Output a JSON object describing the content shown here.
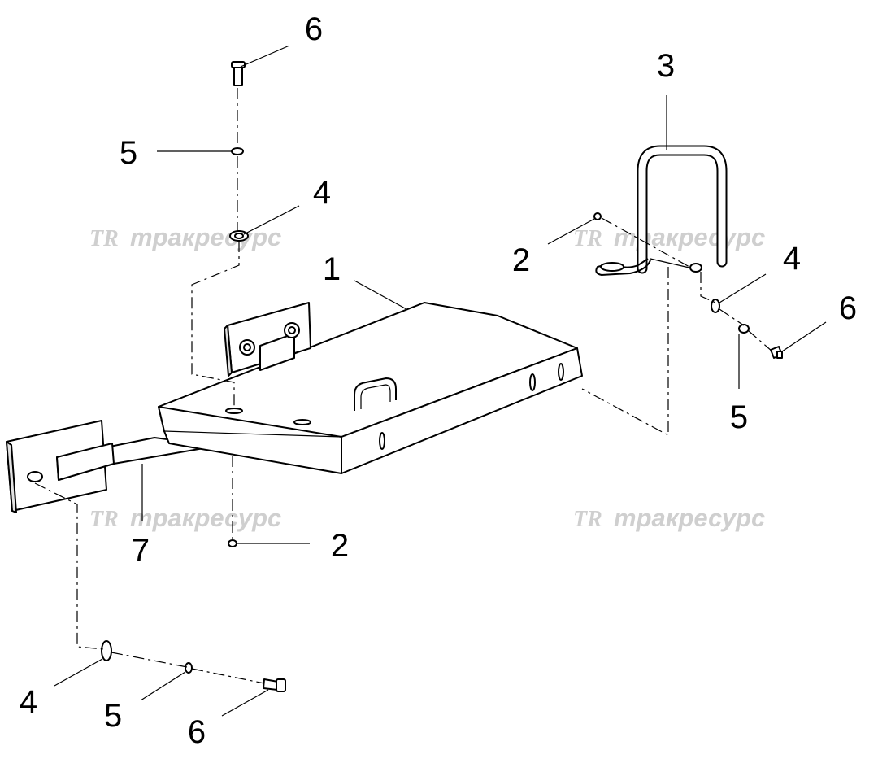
{
  "watermark": {
    "logo": "TR",
    "text": "тракресурс"
  },
  "callouts": {
    "c1": "1",
    "c2_upper": "2",
    "c2_lower": "2",
    "c3": "3",
    "c4_top": "4",
    "c4_right": "4",
    "c4_bottom": "4",
    "c5_top": "5",
    "c5_right": "5",
    "c5_bottom": "5",
    "c6_top": "6",
    "c6_right": "6",
    "c6_bottom": "6",
    "c7": "7"
  }
}
